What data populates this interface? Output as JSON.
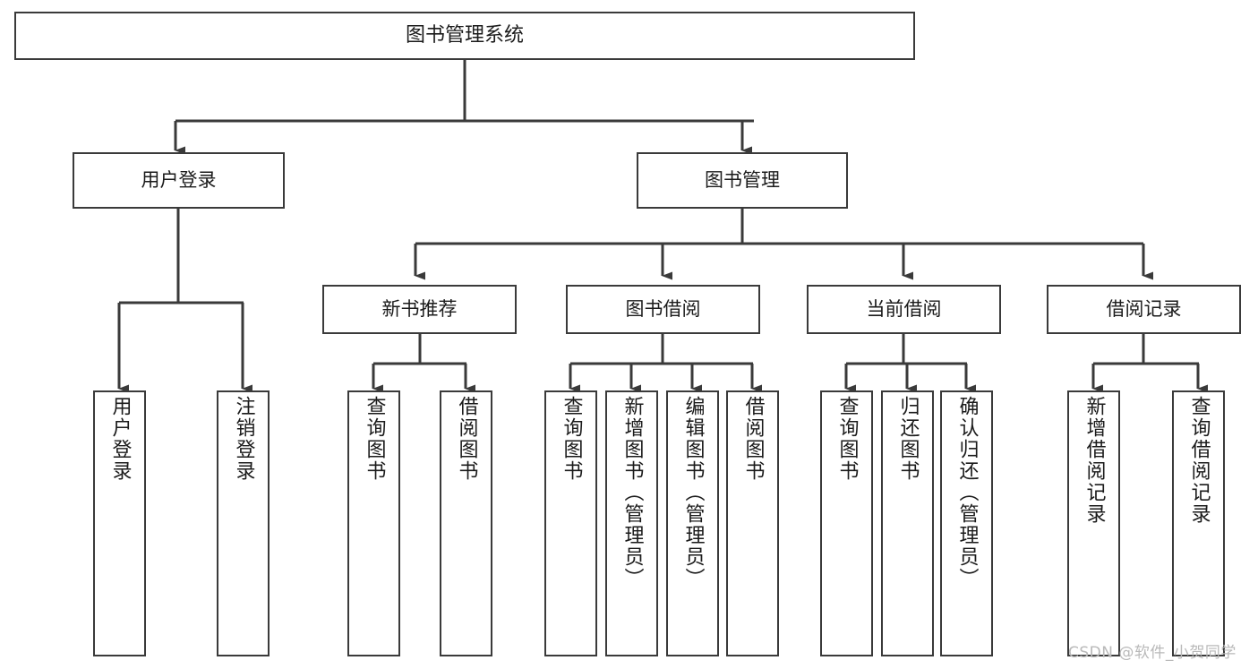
{
  "diagram": {
    "title": "图书管理系统",
    "watermark": "CSDN @软件_小贺同学",
    "stroke_color": "#3a3a3a",
    "text_color": "#1b1b1b",
    "background_color": "#ffffff",
    "watermark_color": "#b9b9b9",
    "type": "tree-hierarchy",
    "levels": 4
  },
  "nodes": {
    "root": {
      "label": "图书管理系统"
    },
    "level1": [
      {
        "id": "user-login",
        "label": "用户登录"
      },
      {
        "id": "book-management",
        "label": "图书管理"
      }
    ],
    "level2": [
      {
        "id": "new-book-recommend",
        "label": "新书推荐"
      },
      {
        "id": "book-borrow",
        "label": "图书借阅"
      },
      {
        "id": "current-borrow",
        "label": "当前借阅"
      },
      {
        "id": "borrow-record",
        "label": "借阅记录"
      }
    ],
    "leaves": {
      "user-login": [
        {
          "id": "leaf-user-login",
          "label": "用户登录"
        },
        {
          "id": "leaf-logout-login",
          "label": "注销登录"
        }
      ],
      "new-book-recommend": [
        {
          "id": "leaf-query-book-1",
          "label": "查询图书"
        },
        {
          "id": "leaf-borrow-book-1",
          "label": "借阅图书"
        }
      ],
      "book-borrow": [
        {
          "id": "leaf-query-book-2",
          "label": "查询图书"
        },
        {
          "id": "leaf-add-book",
          "label": "新增图书（管理员）"
        },
        {
          "id": "leaf-edit-book",
          "label": "编辑图书（管理员）"
        },
        {
          "id": "leaf-borrow-book-2",
          "label": "借阅图书"
        }
      ],
      "current-borrow": [
        {
          "id": "leaf-query-book-3",
          "label": "查询图书"
        },
        {
          "id": "leaf-return-book",
          "label": "归还图书"
        },
        {
          "id": "leaf-confirm-return",
          "label": "确认归还（管理员）"
        }
      ],
      "borrow-record": [
        {
          "id": "leaf-add-record",
          "label": "新增借阅记录"
        },
        {
          "id": "leaf-query-record",
          "label": "查询借阅记录"
        }
      ]
    }
  }
}
